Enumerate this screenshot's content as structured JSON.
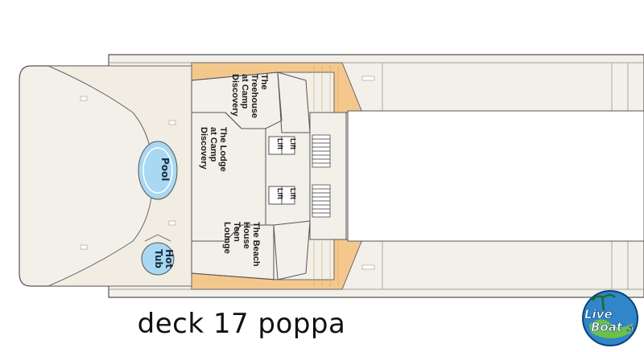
{
  "caption": "deck 17 poppa",
  "areas": {
    "treehouse": [
      "The",
      "Treehouse",
      "at Camp",
      "Discovery"
    ],
    "lodge": [
      "The Lodge",
      "at Camp",
      "Discovery"
    ],
    "beach_house": [
      "The Beach",
      "House",
      "Teen",
      "Lounge"
    ],
    "pool": "Pool",
    "hot_tub": [
      "Hot",
      "Tub"
    ]
  },
  "lifts": [
    "Lift",
    "Lift",
    "Lift",
    "Lift"
  ],
  "logo": {
    "line1": "Live",
    "line2": "Boat",
    "suffix": ".it"
  },
  "colors": {
    "hull": "#f3f0ea",
    "deck_wood": "#f4c88d",
    "outline": "#555555",
    "water": "#a9d8f2",
    "background": "#ffffff"
  }
}
